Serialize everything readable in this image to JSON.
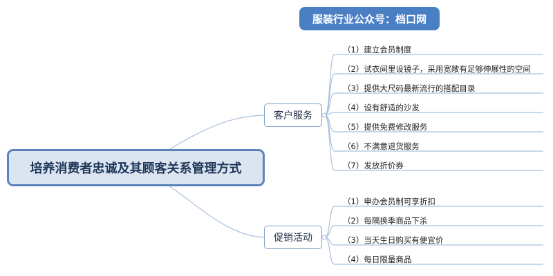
{
  "banner": {
    "text": "服装行业公众号：档口网"
  },
  "root": {
    "text": "培养消费者忠诚及其顾客关系管理方式"
  },
  "branches": [
    {
      "label": "客户服务",
      "items": [
        "（1）建立会员制度",
        "（2）试衣间里设镜子，采用宽敞有足够伸展性的空间",
        "（3）提供大尺码最新流行的搭配目录",
        "（4）设有舒适的沙发",
        "（5）提供免费修改服务",
        "（6）不满意退货服务",
        "（7）发放折价券"
      ]
    },
    {
      "label": "促销活动",
      "items": [
        "（1）申办会员制可享折扣",
        "（2）每隔换季商品下杀",
        "（3）当天生日购买有便宜价",
        "（4）每日限量商品"
      ]
    }
  ],
  "colors": {
    "banner_bg": "#4a7fc4",
    "root_bg": "#dbe4f1",
    "root_border": "#5c84bb",
    "line": "#a9c0dc"
  }
}
